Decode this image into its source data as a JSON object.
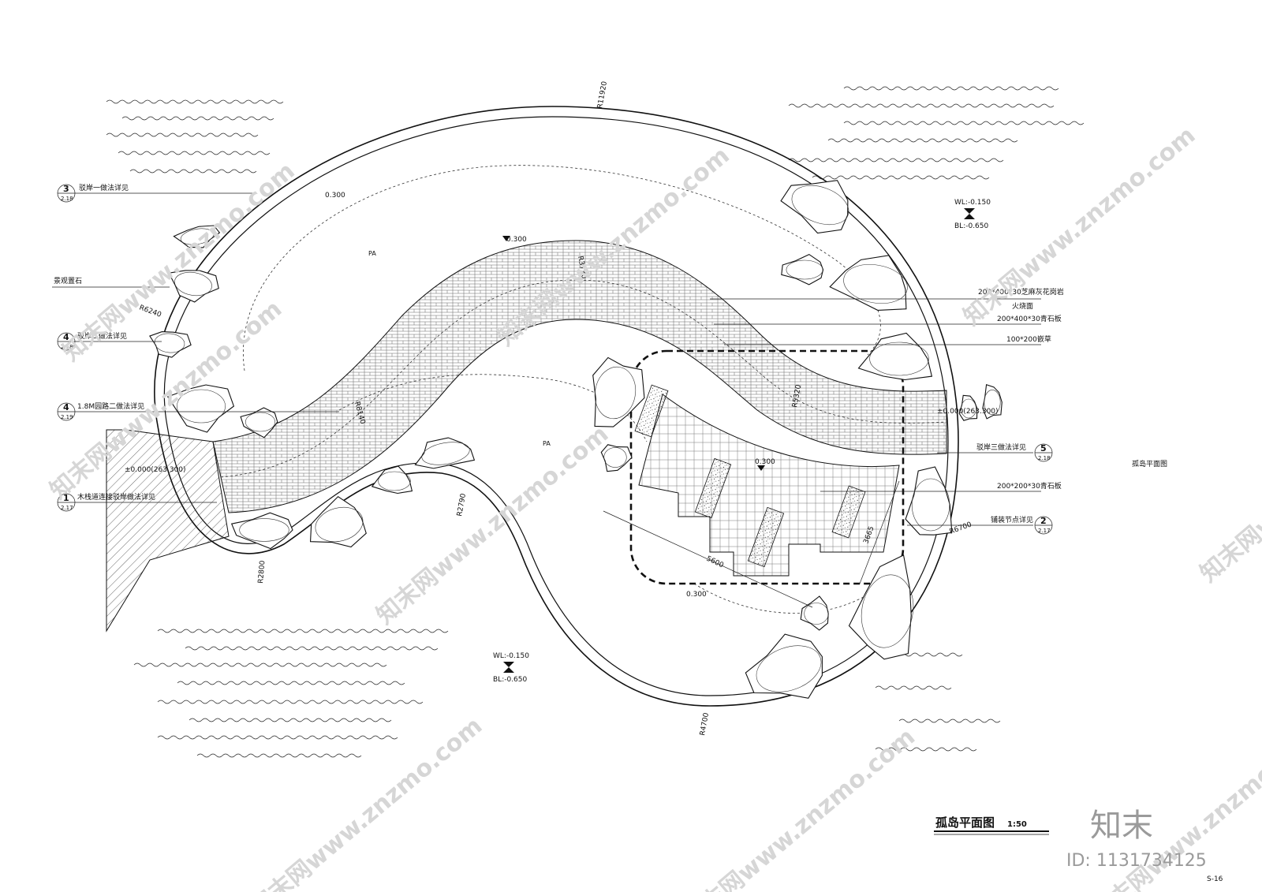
{
  "drawing": {
    "title": "孤岛平面图",
    "scale": "1:50",
    "side_title": "孤岛平面图",
    "sheet_no": "S-16"
  },
  "areas": {
    "pa_upper": "PA",
    "pa_lower": "PA"
  },
  "levels": {
    "lawn_upper": "0.300",
    "path_top": "0.300",
    "plaza": "0.300",
    "lawn_lower": "0.300",
    "deck": "±0.000(263.300)",
    "path_end": "±0.000(263.300)"
  },
  "water_levels": [
    {
      "wl": "WL:-0.150",
      "bl": "BL:-0.650"
    },
    {
      "wl": "WL:-0.150",
      "bl": "BL:-0.650"
    }
  ],
  "radii": [
    "R11920",
    "R3730",
    "R6240",
    "R8140",
    "R5320",
    "R2790",
    "R2800",
    "R4700",
    "R6700"
  ],
  "dimensions": [
    "5600",
    "3665"
  ],
  "callouts_left": [
    {
      "num": "3",
      "sheet": "2.18",
      "text": "驳岸一做法详见"
    },
    {
      "num": "",
      "sheet": "",
      "text": "景观置石"
    },
    {
      "num": "4",
      "sheet": "2.18",
      "text": "驳岸二做法详见"
    },
    {
      "num": "4",
      "sheet": "2.19",
      "text": "1.8M园路二做法详见"
    },
    {
      "num": "1",
      "sheet": "2.17",
      "text": "木栈道连接驳岸做法详见"
    }
  ],
  "callouts_right": [
    {
      "text": "200*400*30芝麻灰花岗岩",
      "text2": "火烧面"
    },
    {
      "text": "200*400*30青石板"
    },
    {
      "text": "100*200嵌草"
    },
    {
      "text": "驳岸三做法详见",
      "num": "5",
      "sheet": "2.18"
    },
    {
      "text": "200*200*30青石板"
    },
    {
      "text": "铺装节点详见",
      "num": "2",
      "sheet": "2.17"
    }
  ],
  "watermark": {
    "brand": "知末",
    "id": "ID: 1131734125",
    "diagonal": "知末网www.znzmo.com"
  }
}
